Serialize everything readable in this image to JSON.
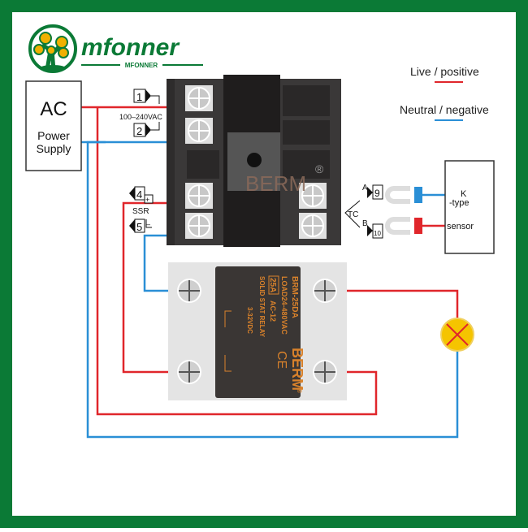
{
  "brand": {
    "name": "mfonner",
    "sub": "MFONNER"
  },
  "legend": {
    "live": "Live / positive",
    "neutral": "Neutral / negative"
  },
  "power_supply": {
    "line1": "AC",
    "line2": "Power",
    "line3": "Supply"
  },
  "controller": {
    "brand": "BERM",
    "reg": "®",
    "voltage": "100–240VAC",
    "terminals": [
      "1",
      "2",
      "4",
      "5",
      "9",
      "10"
    ],
    "ssr_label": "SSR",
    "plus": "+",
    "minus": "–",
    "tc_label": "TC",
    "tc_a": "A",
    "tc_b": "B"
  },
  "sensor": {
    "line1": "K",
    "line2": "-type",
    "line3": "sensor"
  },
  "ssr": {
    "model": "BRM-25DA",
    "load": "LOAD24-480VAC",
    "current": "25A",
    "ac": "AC-12",
    "type": "SOLID STAT RELAY",
    "input": "3-32VDC",
    "ce": "CE",
    "brand": "BERM",
    "reg": "®"
  },
  "colors": {
    "frame": "#0b7a36",
    "live": "#e0262b",
    "neutral": "#2a8fd6",
    "lamp": "#f5c400",
    "ssr_text": "#d9822b"
  }
}
